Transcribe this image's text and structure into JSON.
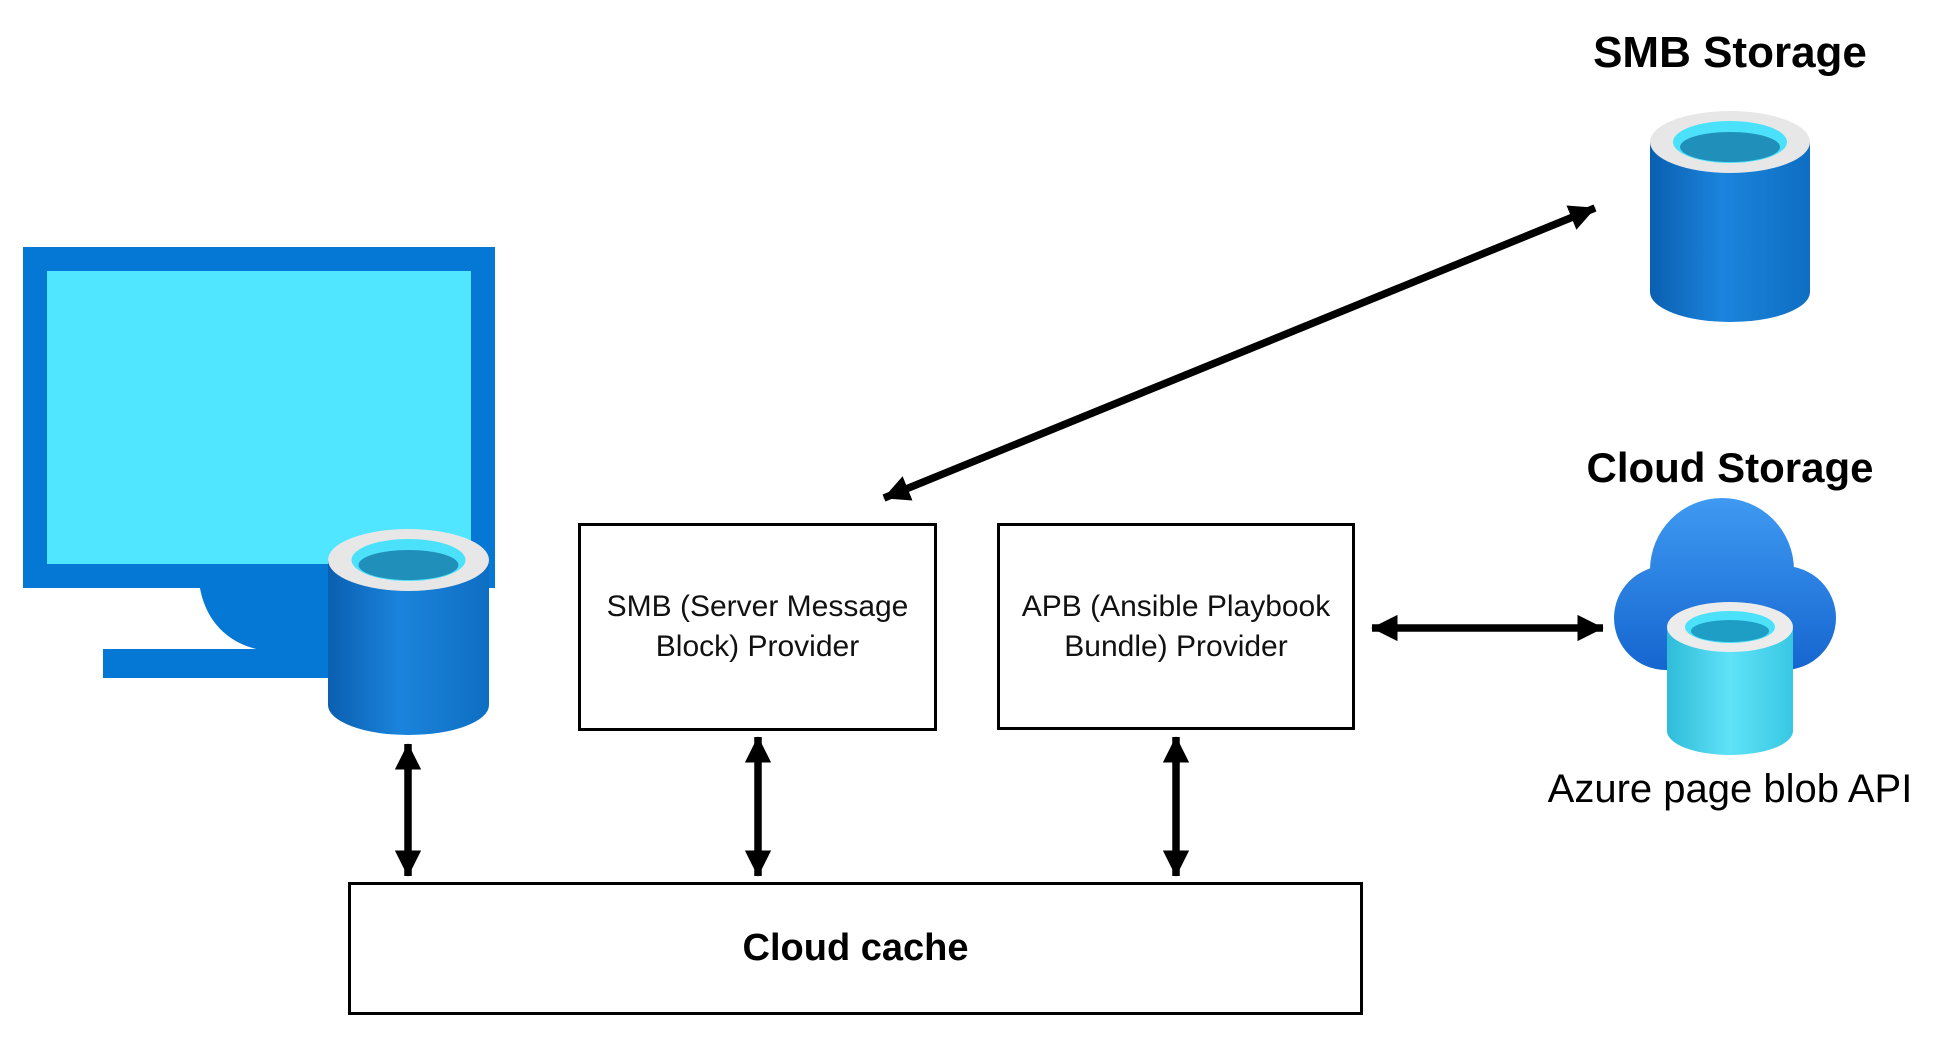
{
  "diagram": {
    "labels": {
      "smb_storage_title": "SMB Storage",
      "cloud_storage_title": "Cloud Storage",
      "azure_api_caption": "Azure page blob API",
      "smb_provider_box": "SMB (Server Message Block) Provider",
      "apb_provider_box": "APB (Ansible Playbook Bundle) Provider",
      "cloud_cache_box": "Cloud cache"
    },
    "icons": [
      {
        "name": "client-computer-icon",
        "depicts": "blue monitor with cyan screen and database cylinder"
      },
      {
        "name": "client-database-icon",
        "depicts": "blue database cylinder"
      },
      {
        "name": "smb-storage-database-icon",
        "depicts": "blue database cylinder"
      },
      {
        "name": "cloud-icon",
        "depicts": "blue cloud"
      },
      {
        "name": "cloud-database-icon",
        "depicts": "cyan database cylinder"
      }
    ],
    "connections": [
      {
        "from": "smb-provider-box area",
        "to": "smb-storage-database-icon",
        "style": "double-headed diagonal arrow"
      },
      {
        "from": "apb-provider-box",
        "to": "cloud-storage-icon",
        "style": "double-headed horizontal arrow"
      },
      {
        "from": "client-database-icon",
        "to": "cloud-cache-box",
        "style": "double-headed vertical arrow"
      },
      {
        "from": "smb-provider-box",
        "to": "cloud-cache-box",
        "style": "double-headed vertical arrow"
      },
      {
        "from": "apb-provider-box",
        "to": "cloud-cache-box",
        "style": "double-headed vertical arrow"
      }
    ],
    "colors": {
      "monitor_frame_blue": "#0478d4",
      "screen_cyan": "#50e6ff",
      "cylinder_blue_dark": "#0a5fb0",
      "cylinder_blue_light": "#1b84dc",
      "cylinder_ring_gray": "#e7e7e7",
      "cylinder_inner_cyan": "#4ce1fa",
      "cylinder_inner_teal": "#2090ba",
      "cloud_blue_top": "#3f9af2",
      "cloud_blue_bottom": "#1565cf",
      "cyan_cylinder_light": "#5fe2f7",
      "cyan_cylinder_dark": "#2fbcd9",
      "arrow_black": "#000000",
      "background": "#ffffff"
    }
  }
}
